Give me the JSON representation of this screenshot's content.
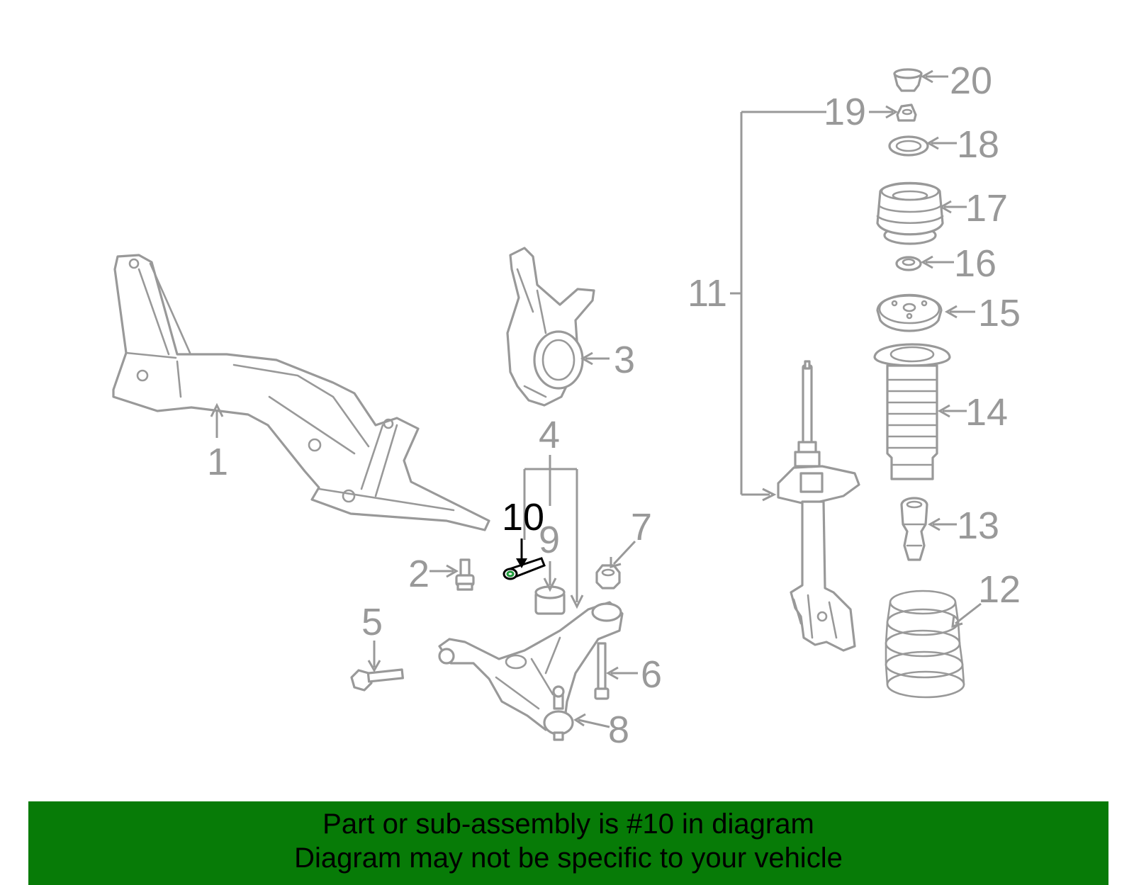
{
  "callouts": {
    "c1": "1",
    "c2": "2",
    "c3": "3",
    "c4": "4",
    "c5": "5",
    "c6": "6",
    "c7": "7",
    "c8": "8",
    "c9": "9",
    "c10": "10",
    "c11": "11",
    "c12": "12",
    "c13": "13",
    "c14": "14",
    "c15": "15",
    "c16": "16",
    "c17": "17",
    "c18": "18",
    "c19": "19",
    "c20": "20"
  },
  "highlighted_part": "10",
  "colors": {
    "diagram_gray": "#999999",
    "highlight": "#000000",
    "banner_green": "#077b07"
  },
  "banner": {
    "line1": "Part or sub-assembly is #10 in diagram",
    "line2": "Diagram may not be specific to your vehicle"
  }
}
